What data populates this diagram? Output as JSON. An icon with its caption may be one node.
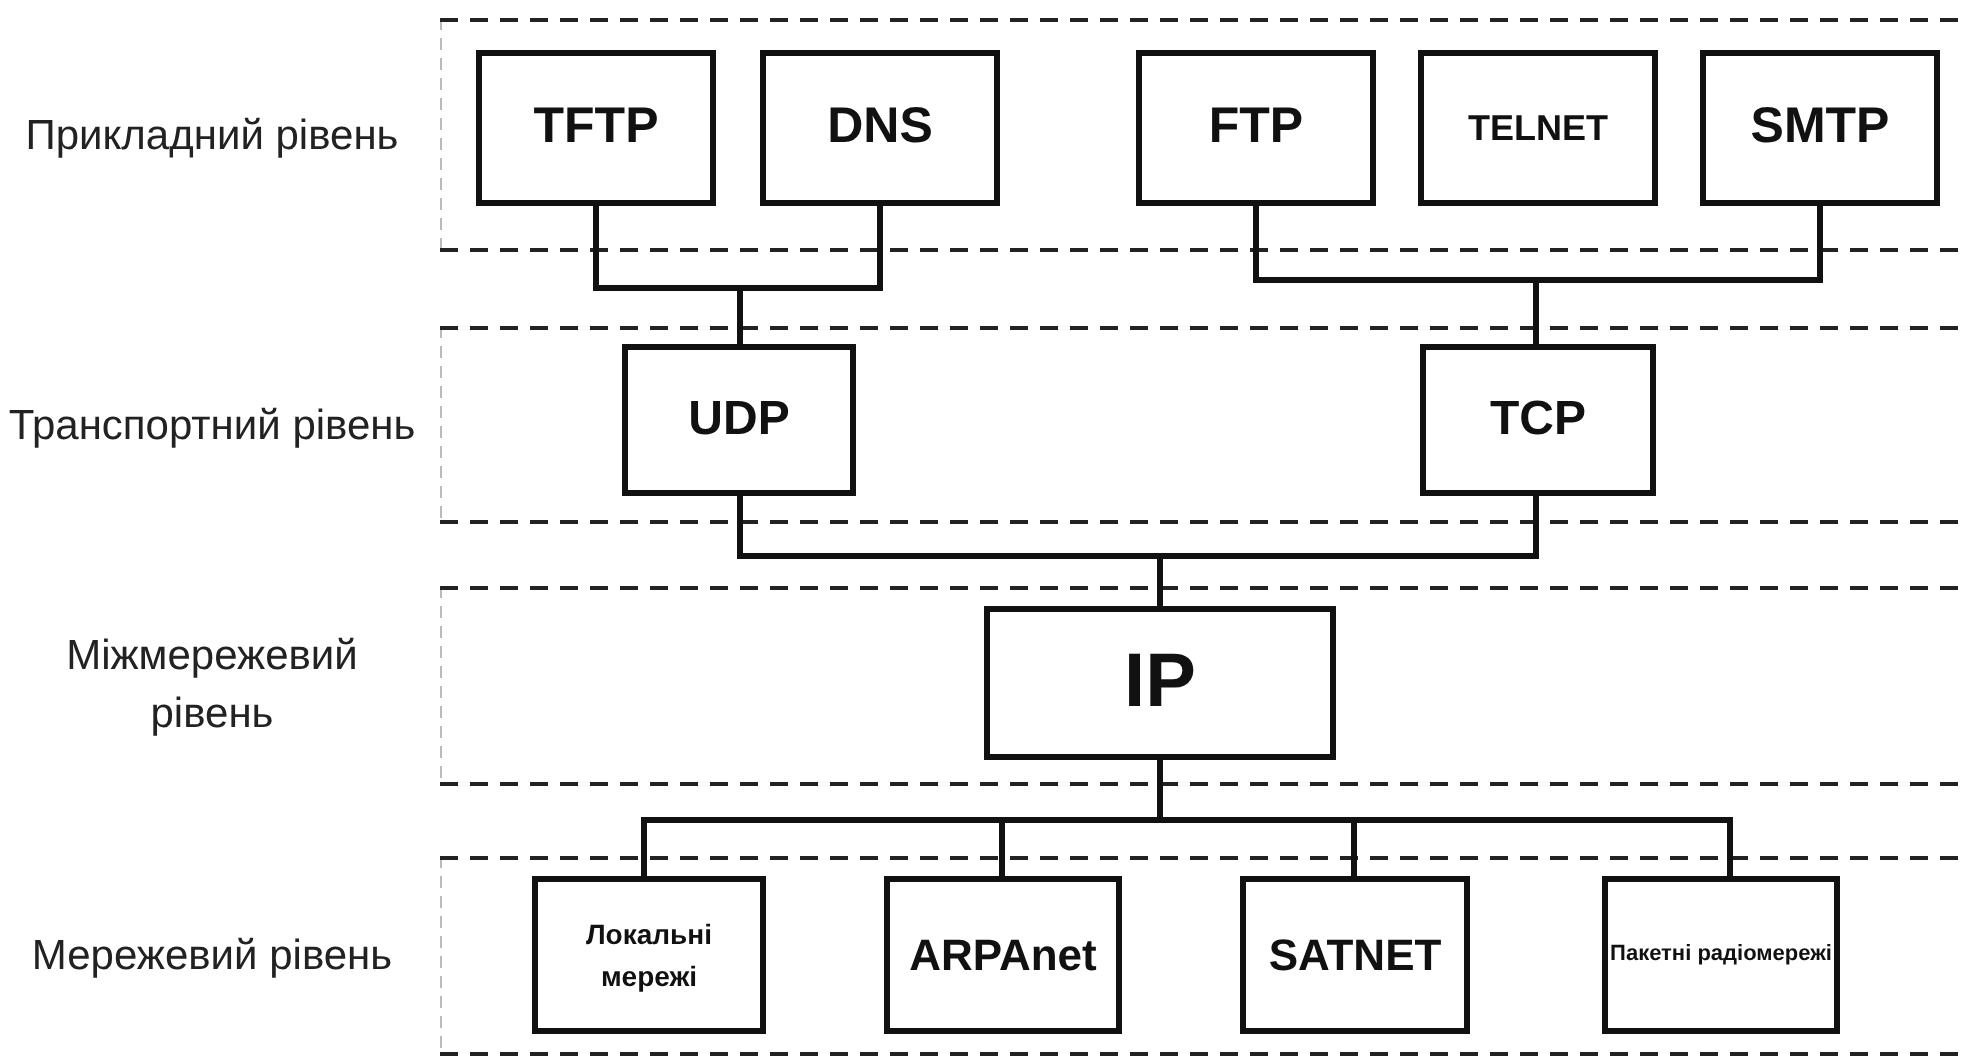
{
  "diagram": {
    "nodes": [
      {
        "text": [
          "Прикладний рівень"
        ]
      },
      {
        "text": [
          "TFTP"
        ],
        "in": 0
      },
      {
        "text": [
          "DNS"
        ],
        "in": 0
      },
      {
        "text": [
          "FTP"
        ],
        "in": 0
      },
      {
        "text": [
          "TELNET"
        ],
        "in": 0
      },
      {
        "text": [
          "SMTP"
        ],
        "in": 0
      },
      {
        "text": [
          "Транспортний рівень"
        ]
      },
      {
        "text": [
          "UDP"
        ],
        "in": 6
      },
      {
        "text": [
          "TCP"
        ],
        "in": 6
      },
      {
        "text": [
          "Міжмережевий рівень"
        ]
      },
      {
        "text": [
          "IP"
        ],
        "in": 9
      },
      {
        "text": [
          "Мережевий рівень"
        ]
      },
      {
        "text": [
          "Локальні мережі"
        ],
        "in": 11
      },
      {
        "text": [
          "ARPAnet"
        ],
        "in": 11
      },
      {
        "text": [
          "SATNET"
        ],
        "in": 11
      },
      {
        "text": [
          "Пакетні радіомережі"
        ],
        "in": 11
      }
    ],
    "edges": [
      {
        "from": 1,
        "to": 7,
        "arrow": "none"
      },
      {
        "from": 2,
        "to": 7,
        "arrow": "none"
      },
      {
        "from": 3,
        "to": 8,
        "arrow": "none"
      },
      {
        "from": 5,
        "to": 8,
        "arrow": "none"
      },
      {
        "from": 7,
        "to": 10,
        "arrow": "none"
      },
      {
        "from": 8,
        "to": 10,
        "arrow": "none"
      },
      {
        "from": 10,
        "to": 12,
        "arrow": "none"
      },
      {
        "from": 10,
        "to": 13,
        "arrow": "none"
      },
      {
        "from": 10,
        "to": 14,
        "arrow": "none"
      },
      {
        "from": 10,
        "to": 15,
        "arrow": "none"
      }
    ]
  }
}
